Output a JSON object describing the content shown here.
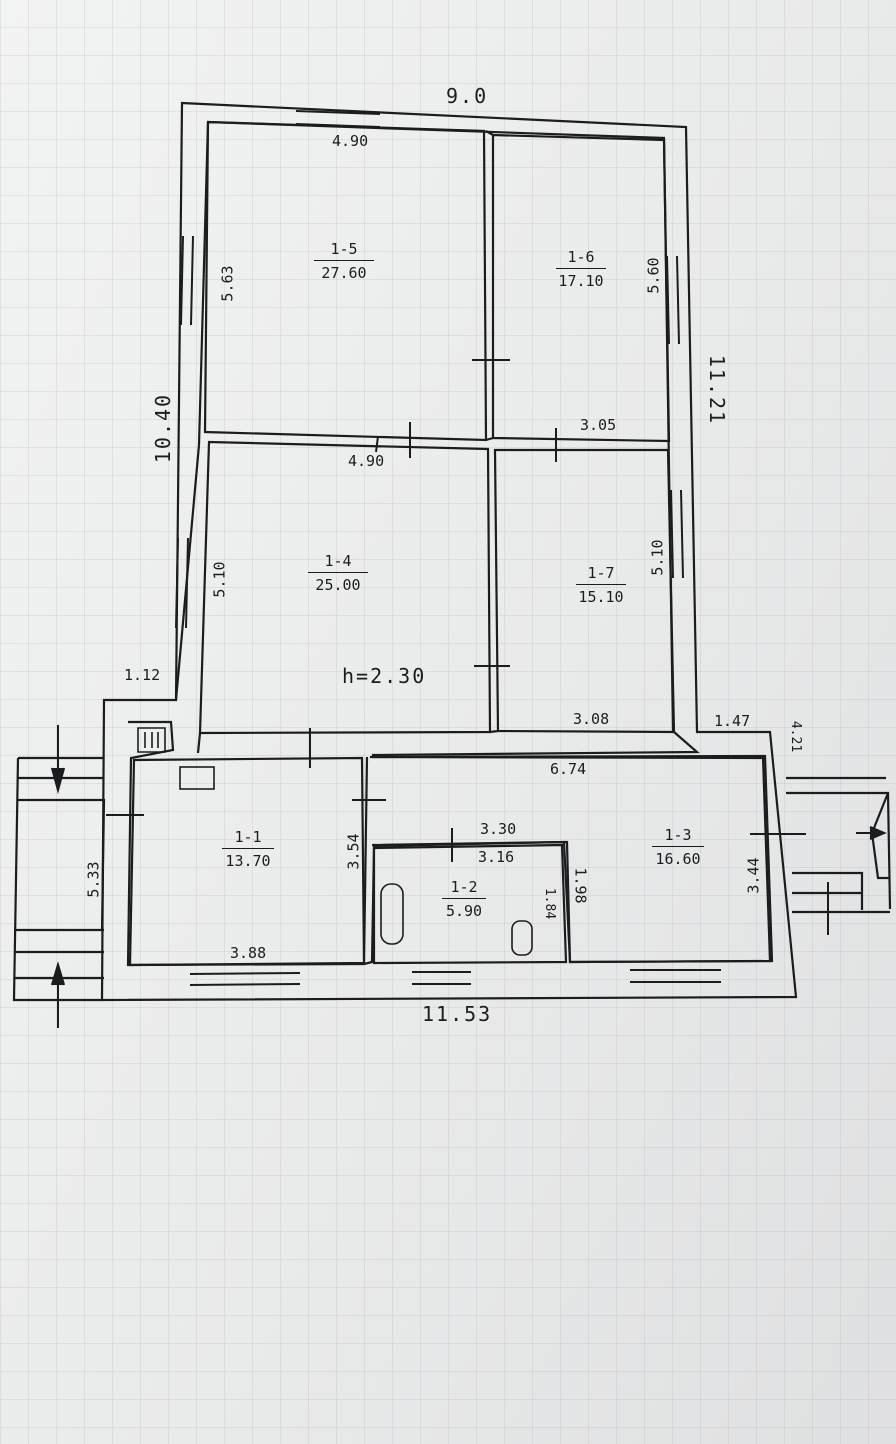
{
  "plan": {
    "overall_width": "9.0",
    "total_width": "11.53",
    "left_height": "10.40",
    "right_height": "11.21",
    "ceiling_height": "h=2.30",
    "rooms": [
      {
        "id": "1-5",
        "area": "27.60"
      },
      {
        "id": "1-6",
        "area": "17.10"
      },
      {
        "id": "1-4",
        "area": "25.00"
      },
      {
        "id": "1-7",
        "area": "15.10"
      },
      {
        "id": "1-1",
        "area": "13.70"
      },
      {
        "id": "1-2",
        "area": "5.90"
      },
      {
        "id": "1-3",
        "area": "16.60"
      }
    ],
    "dimensions": {
      "r15_top": "4.90",
      "r15_side": "5.63",
      "r16_side": "5.60",
      "r16_bottom": "3.05",
      "r14_top": "4.90",
      "r14_side": "5.10",
      "r17_side": "5.10",
      "r17_bottom": "3.08",
      "wing_left": "1.12",
      "wing_right": "1.47",
      "right_small": "4.21",
      "r13_top": "6.74",
      "porch_left": "5.33",
      "r11_side": "3.54",
      "r11_bottom": "3.88",
      "r12_outer": "3.30",
      "r12_top": "3.16",
      "r12_side": "1.84",
      "r12_side2": "1.98",
      "r13_side": "3.44"
    }
  },
  "colors": {
    "ink": "#1b1c1e",
    "paper": "#eceded",
    "grid": "#9aa0a8"
  }
}
